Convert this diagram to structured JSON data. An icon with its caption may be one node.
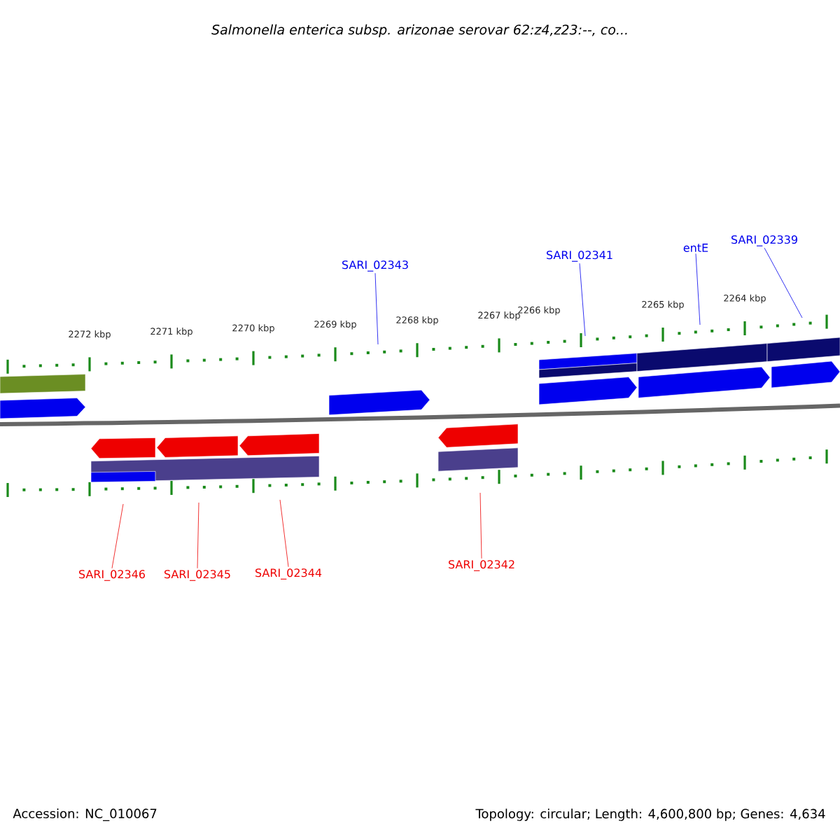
{
  "diagram": {
    "title": "Salmonella enterica subsp. arizonae serovar 62:z4,z23:--, co...",
    "nodes": [
      {
        "text": [
          "SARI_02343"
        ]
      },
      {
        "text": [
          "SARI_02341"
        ]
      },
      {
        "text": [
          "entE"
        ]
      },
      {
        "text": [
          "SARI_02339"
        ]
      },
      {
        "text": [
          "SARI_02346"
        ]
      },
      {
        "text": [
          "SARI_02345"
        ]
      },
      {
        "text": [
          "SARI_02344"
        ]
      },
      {
        "text": [
          "SARI_02342"
        ]
      }
    ],
    "edges": [
      {
        "from": 0,
        "to": null,
        "arrow": "none",
        "color": "#0000ee"
      },
      {
        "from": 1,
        "to": null,
        "arrow": "none",
        "color": "#0000ee"
      },
      {
        "from": 2,
        "to": null,
        "arrow": "none",
        "color": "#0000ee"
      },
      {
        "from": 3,
        "to": null,
        "arrow": "none",
        "color": "#0000ee"
      },
      {
        "from": 4,
        "to": null,
        "arrow": "none",
        "color": "#ee0000"
      },
      {
        "from": 5,
        "to": null,
        "arrow": "none",
        "color": "#ee0000"
      },
      {
        "from": 6,
        "to": null,
        "arrow": "none",
        "color": "#ee0000"
      },
      {
        "from": 7,
        "to": null,
        "arrow": "none",
        "color": "#ee0000"
      }
    ],
    "labels": [
      "2272 kbp",
      "2271 kbp",
      "2270 kbp",
      "2269 kbp",
      "2268 kbp",
      "2267 kbp",
      "2266 kbp",
      "2265 kbp",
      "2264 kbp",
      "Accession: NC_010067",
      "Topology: circular; Length: 4,600,800 bp; Genes: 4,634"
    ]
  }
}
